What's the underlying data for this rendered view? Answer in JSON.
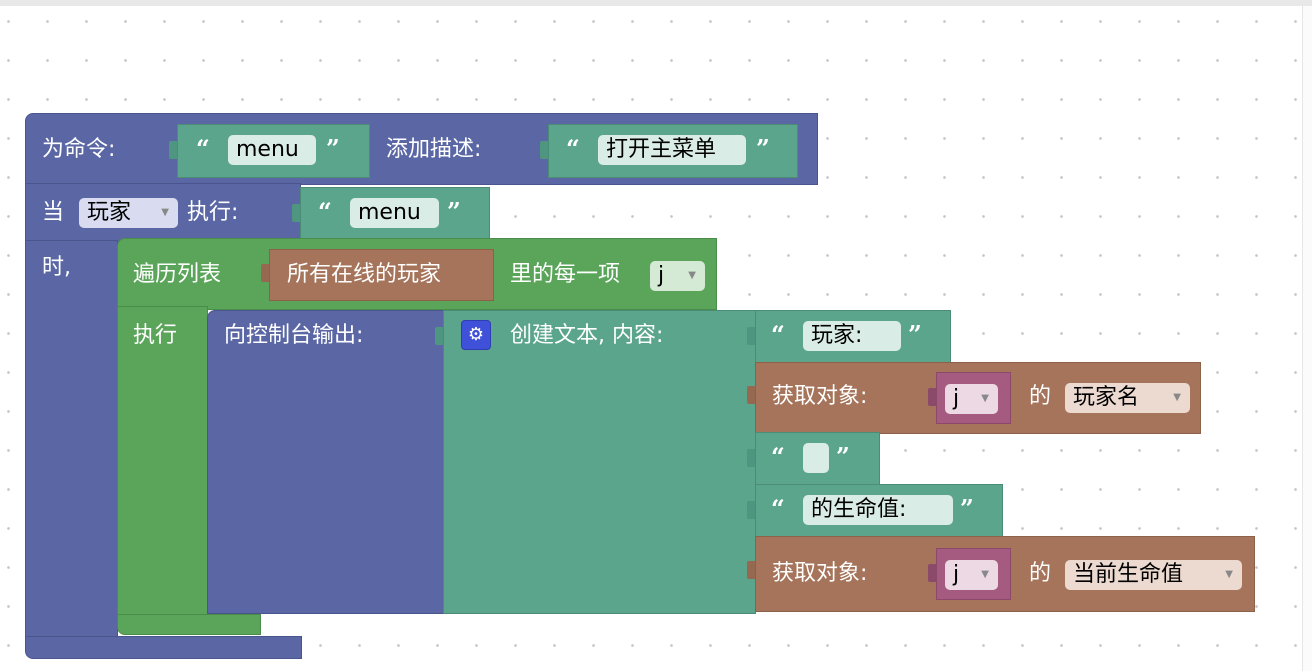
{
  "command_block": {
    "label_prefix": "为命令:",
    "command_name": "menu",
    "label_desc": "添加描述:",
    "description": "打开主菜单"
  },
  "when_block": {
    "label_when": "当",
    "sender": "玩家",
    "label_exec": "执行:",
    "exec_text": "menu",
    "label_time": "时,"
  },
  "foreach_block": {
    "label": "遍历列表",
    "list_source": "所有在线的玩家",
    "label_item": "里的每一项",
    "variable": "j",
    "label_do": "执行"
  },
  "print_block": {
    "label": "向控制台输出:"
  },
  "create_text_block": {
    "gear_icon": "gear-icon",
    "label": "创建文本, 内容:"
  },
  "text_items": [
    {
      "text": "玩家:"
    },
    {
      "label": "获取对象:",
      "variable": "j",
      "of": "的",
      "property": "玩家名"
    },
    {
      "text": ""
    },
    {
      "text": "的生命值:"
    },
    {
      "label": "获取对象:",
      "variable": "j",
      "of": "的",
      "property": "当前生命值"
    }
  ],
  "quote_open": "“",
  "quote_close": "”",
  "colors": {
    "purple": "#5b67a5",
    "green": "#5ba55b",
    "teal": "#5ba58c",
    "brown": "#a5745b",
    "magenta": "#a55b80",
    "gear_blue": "#3f51d8"
  }
}
